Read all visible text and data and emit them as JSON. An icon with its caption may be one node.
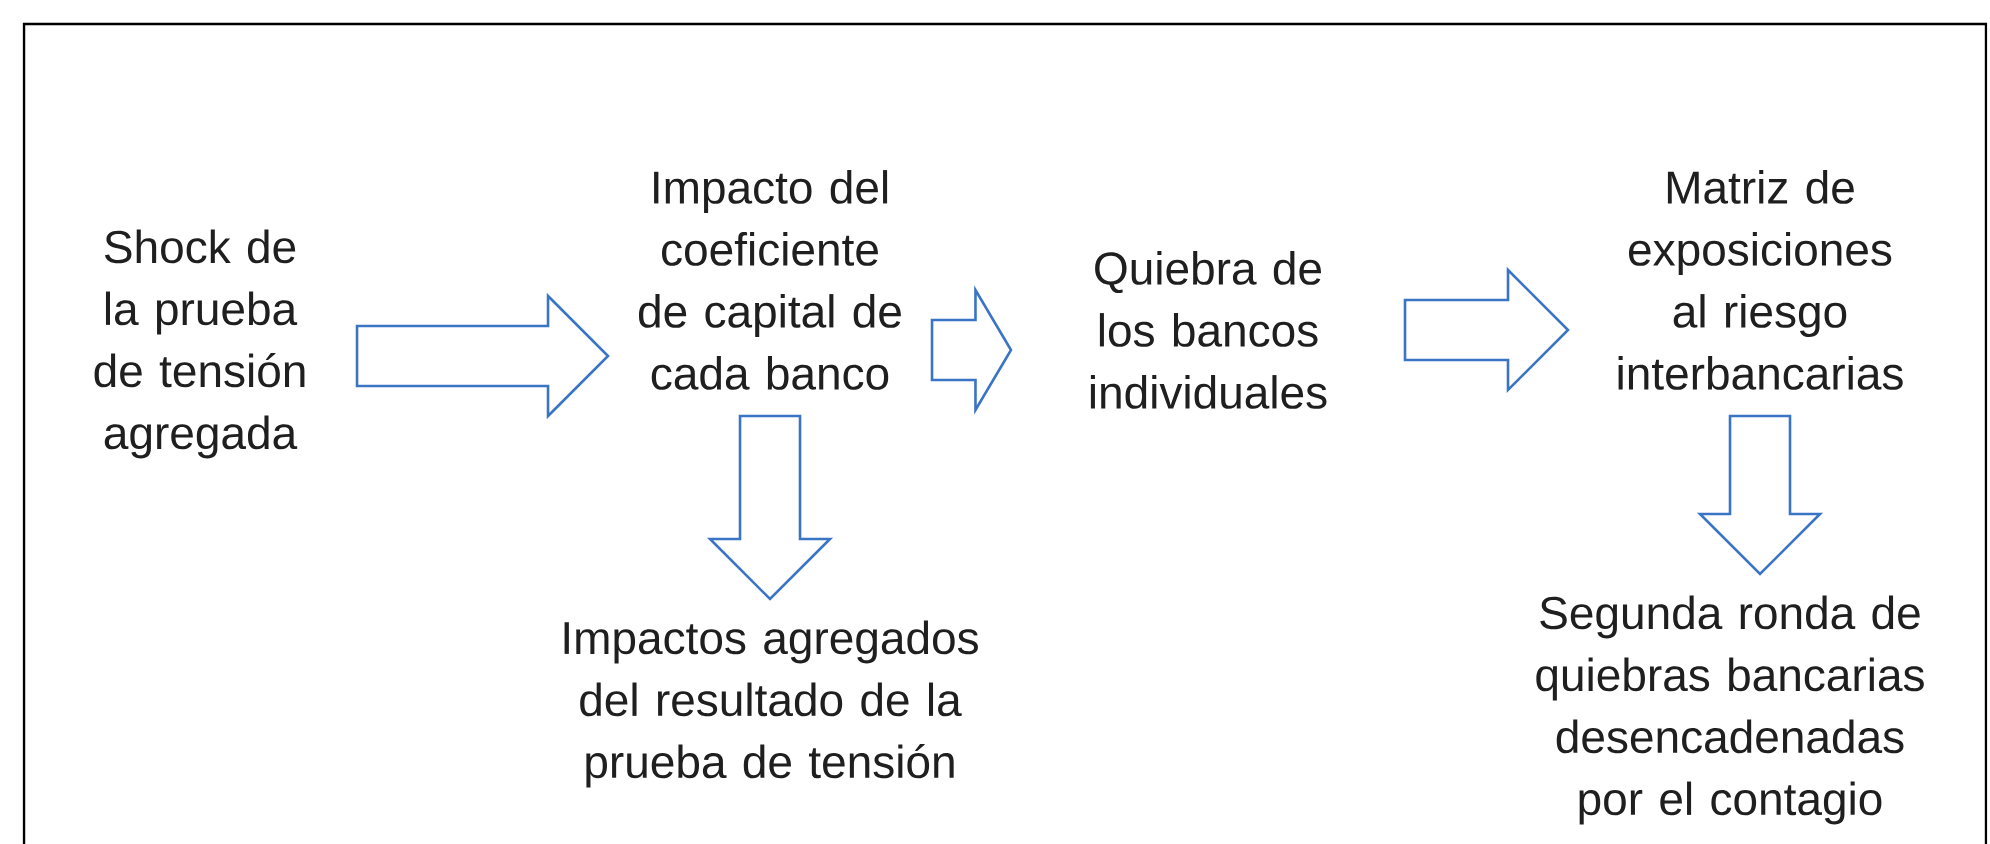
{
  "diagram": {
    "nodes": [
      {
        "text": [
          "Shock de la prueba de tensión agregada"
        ]
      },
      {
        "text": [
          "Impacto del coeficiente de capital de cada banco"
        ]
      },
      {
        "text": [
          "Quiebra de los bancos individuales"
        ]
      },
      {
        "text": [
          "Matriz de exposiciones al riesgo interbancarias"
        ]
      },
      {
        "text": [
          "Impactos agregados del resultado de la prueba de tensión"
        ]
      },
      {
        "text": [
          "Segunda ronda de quiebras bancarias desencadenadas por el contagio"
        ]
      }
    ],
    "edges": [
      {
        "from": 0,
        "to": 1,
        "arrow": "to"
      },
      {
        "from": 1,
        "to": 2,
        "arrow": "to"
      },
      {
        "from": 2,
        "to": 3,
        "arrow": "to"
      },
      {
        "from": 1,
        "to": 4,
        "arrow": "to"
      },
      {
        "from": 3,
        "to": 5,
        "arrow": "to"
      }
    ]
  }
}
